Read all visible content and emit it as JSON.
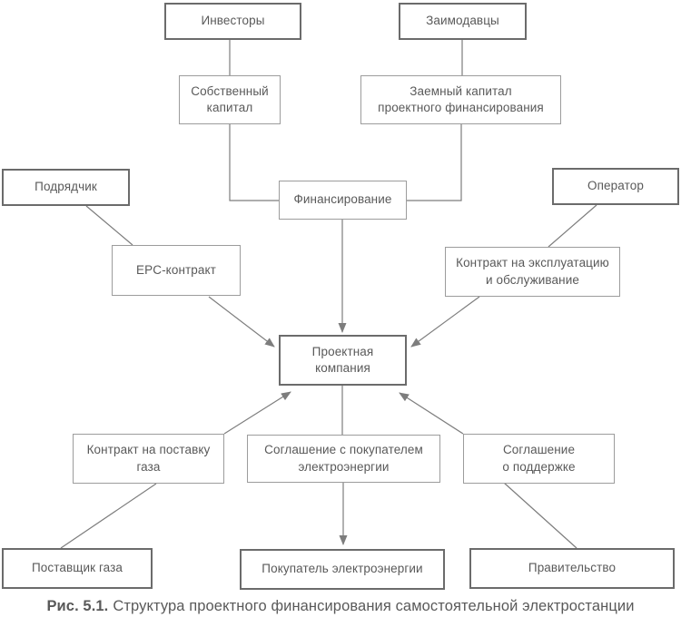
{
  "diagram": {
    "nodes": {
      "investors": {
        "label": "Инвесторы"
      },
      "lenders": {
        "label": "Заимодавцы"
      },
      "own_capital": {
        "label": "Собственный\nкапитал"
      },
      "debt_capital": {
        "label": "Заемный капитал\nпроектного финансирования"
      },
      "contractor": {
        "label": "Подрядчик"
      },
      "financing": {
        "label": "Финансирование"
      },
      "operator": {
        "label": "Оператор"
      },
      "epc_contract": {
        "label": "EPC-контракт"
      },
      "om_contract": {
        "label": "Контракт на эксплуатацию\nи обслуживание"
      },
      "project_company": {
        "label": "Проектная\nкомпания"
      },
      "gas_contract": {
        "label": "Контракт на поставку\nгаза"
      },
      "ppa_agreement": {
        "label": "Соглашение с покупателем\nэлектроэнергии"
      },
      "support_agreement": {
        "label": "Соглашение\nо поддержке"
      },
      "gas_supplier": {
        "label": "Поставщик газа"
      },
      "electricity_buyer": {
        "label": "Покупатель электроэнергии"
      },
      "government": {
        "label": "Правительство"
      }
    },
    "caption": {
      "prefix": "Рис. 5.1.",
      "text": "Структура проектного финансирования самостоятельной электростанции"
    },
    "colors": {
      "strong_border": "#6b6b6b",
      "light_border": "#9c9c9c",
      "line": "#7d7d7d",
      "text": "#595959",
      "background": "#ffffff"
    }
  }
}
